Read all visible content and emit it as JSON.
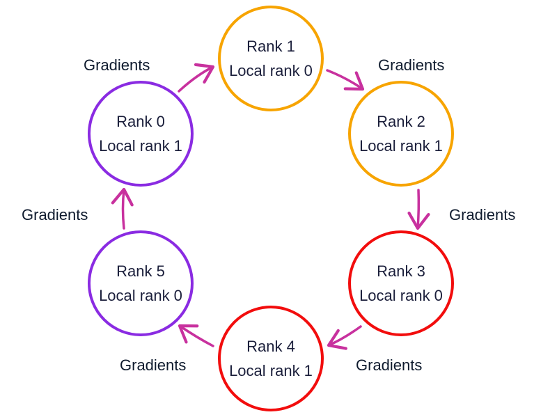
{
  "colors": {
    "rank_0": "#8a2be2",
    "rank_1": "#f7a400",
    "rank_2": "#f7a400",
    "rank_3": "#f20d0d",
    "rank_4": "#f20d0d",
    "rank_5": "#8a2be2",
    "arrow": "#c8319e"
  },
  "nodes": [
    {
      "rank_label": "Rank 0",
      "local_label": "Local rank 1"
    },
    {
      "rank_label": "Rank 1",
      "local_label": "Local rank 0"
    },
    {
      "rank_label": "Rank 2",
      "local_label": "Local rank 1"
    },
    {
      "rank_label": "Rank 3",
      "local_label": "Local rank 0"
    },
    {
      "rank_label": "Rank 4",
      "local_label": "Local rank 1"
    },
    {
      "rank_label": "Rank 5",
      "local_label": "Local rank 0"
    }
  ],
  "edges": [
    {
      "label": "Gradients"
    },
    {
      "label": "Gradients"
    },
    {
      "label": "Gradients"
    },
    {
      "label": "Gradients"
    },
    {
      "label": "Gradients"
    },
    {
      "label": "Gradients"
    }
  ]
}
